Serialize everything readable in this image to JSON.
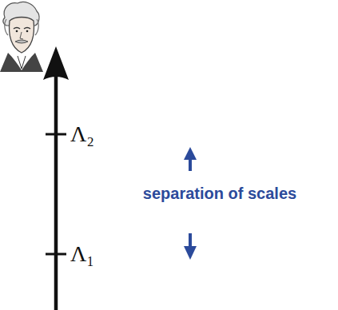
{
  "diagram": {
    "labels": [
      "Λ₂",
      "Λ₁",
      "separation of scales"
    ]
  }
}
